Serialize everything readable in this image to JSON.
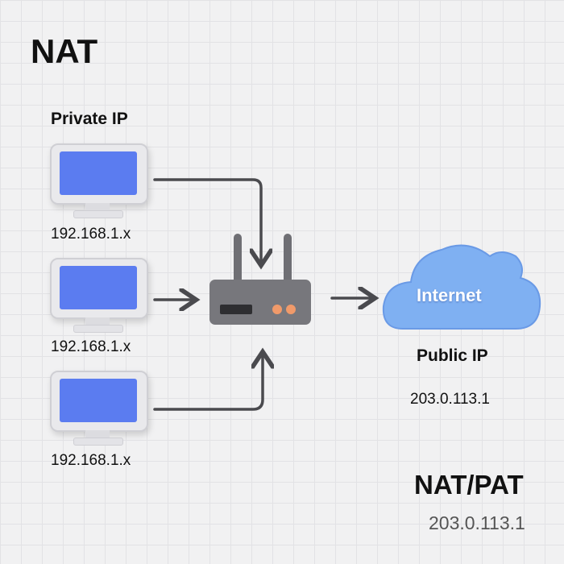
{
  "title": "NAT",
  "private_label": "Private IP",
  "hosts": [
    {
      "ip": "192.168.1.x"
    },
    {
      "ip": "192.168.1.x"
    },
    {
      "ip": "192.168.1.x"
    }
  ],
  "cloud_label": "Internet",
  "public_label": "Public IP",
  "public_ip": "203.0.113.1",
  "footer": {
    "title": "NAT/PAT",
    "ip": "203.0.113.1"
  },
  "colors": {
    "screen": "#5b7cf0",
    "cloud": "#7fb0f2",
    "router": "#77777c",
    "led": "#f09a6a"
  }
}
